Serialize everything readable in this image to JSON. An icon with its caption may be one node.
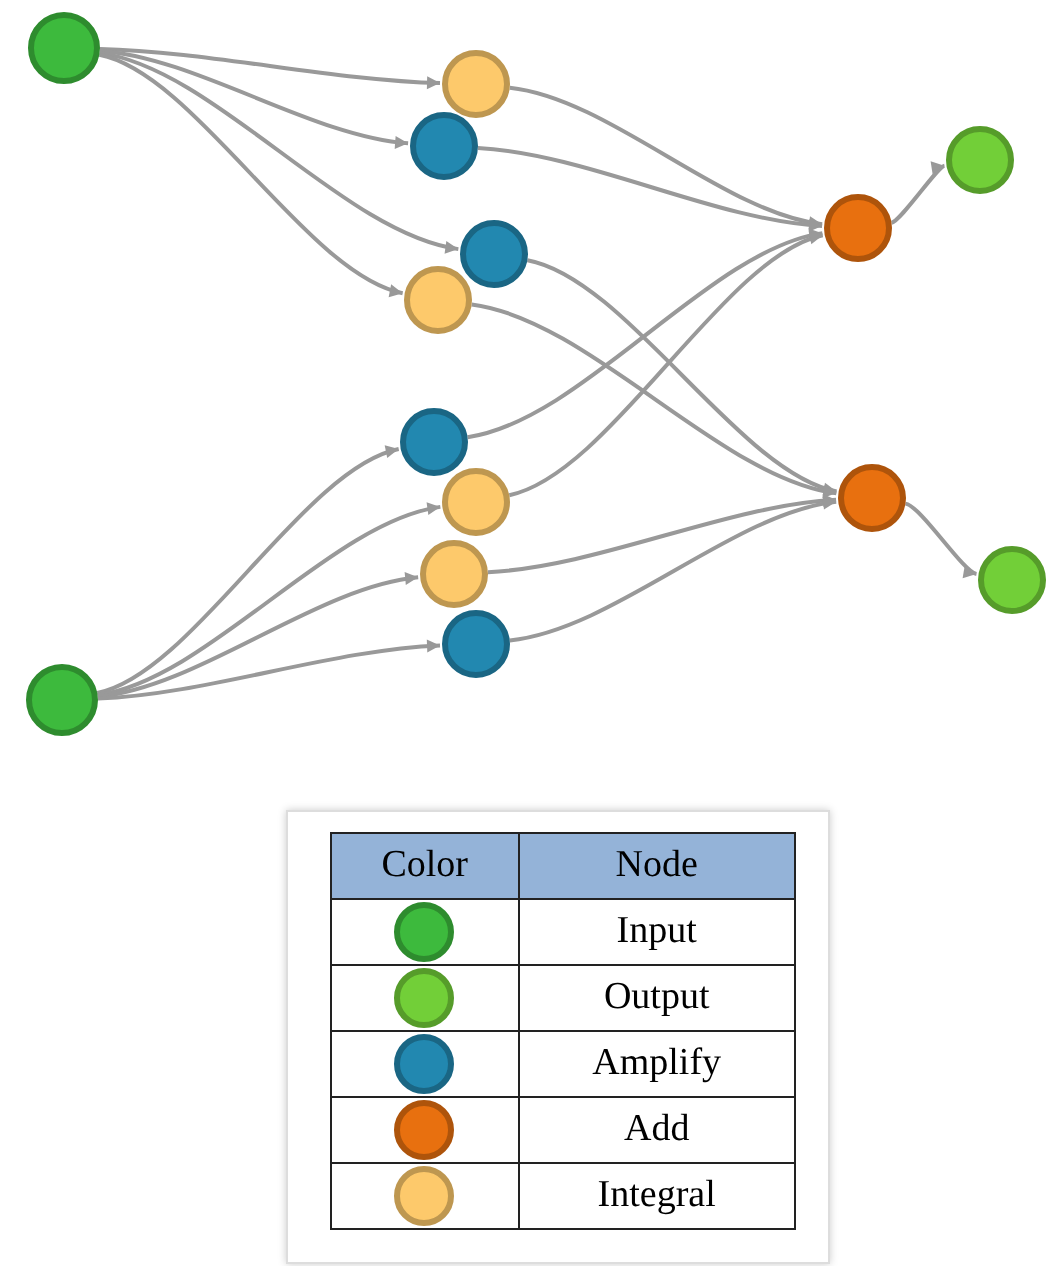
{
  "diagram": {
    "nodes": [
      {
        "text": [],
        "shape": "circle"
      },
      {
        "text": [],
        "shape": "circle"
      },
      {
        "text": [],
        "shape": "circle"
      },
      {
        "text": [],
        "shape": "circle"
      },
      {
        "text": [],
        "shape": "circle"
      },
      {
        "text": [],
        "shape": "circle"
      },
      {
        "text": [],
        "shape": "circle"
      },
      {
        "text": [],
        "shape": "circle"
      },
      {
        "text": [],
        "shape": "circle"
      },
      {
        "text": [],
        "shape": "circle"
      },
      {
        "text": [],
        "shape": "circle"
      },
      {
        "text": [],
        "shape": "circle"
      },
      {
        "text": [],
        "shape": "circle"
      },
      {
        "text": [],
        "shape": "circle"
      }
    ],
    "edges": [
      {
        "from": 0,
        "to": 1,
        "arrow": "to"
      },
      {
        "from": 0,
        "to": 2,
        "arrow": "to"
      },
      {
        "from": 0,
        "to": 3,
        "arrow": "to"
      },
      {
        "from": 0,
        "to": 4,
        "arrow": "to"
      },
      {
        "from": 1,
        "to": 5,
        "arrow": "to"
      },
      {
        "from": 2,
        "to": 5,
        "arrow": "to"
      },
      {
        "from": 3,
        "to": 11,
        "arrow": "to"
      },
      {
        "from": 4,
        "to": 11,
        "arrow": "to"
      },
      {
        "from": 5,
        "to": 6,
        "arrow": "to"
      },
      {
        "from": 7,
        "to": 5,
        "arrow": "to"
      },
      {
        "from": 8,
        "to": 5,
        "arrow": "to"
      },
      {
        "from": 9,
        "to": 11,
        "arrow": "to"
      },
      {
        "from": 10,
        "to": 11,
        "arrow": "to"
      },
      {
        "from": 11,
        "to": 12,
        "arrow": "to"
      },
      {
        "from": 13,
        "to": 7,
        "arrow": "to"
      },
      {
        "from": 13,
        "to": 8,
        "arrow": "to"
      },
      {
        "from": 13,
        "to": 9,
        "arrow": "to"
      },
      {
        "from": 13,
        "to": 10,
        "arrow": "to"
      }
    ],
    "labels": [
      "Color",
      "Node"
    ],
    "legend": [
      {
        "text": "Input",
        "color": "#3dba3d"
      },
      {
        "text": "Output",
        "color": "#72cf38"
      },
      {
        "text": "Amplify",
        "color": "#2288b0"
      },
      {
        "text": "Add",
        "color": "#e8700f"
      },
      {
        "text": "Integral",
        "color": "#fdc96b"
      }
    ]
  }
}
